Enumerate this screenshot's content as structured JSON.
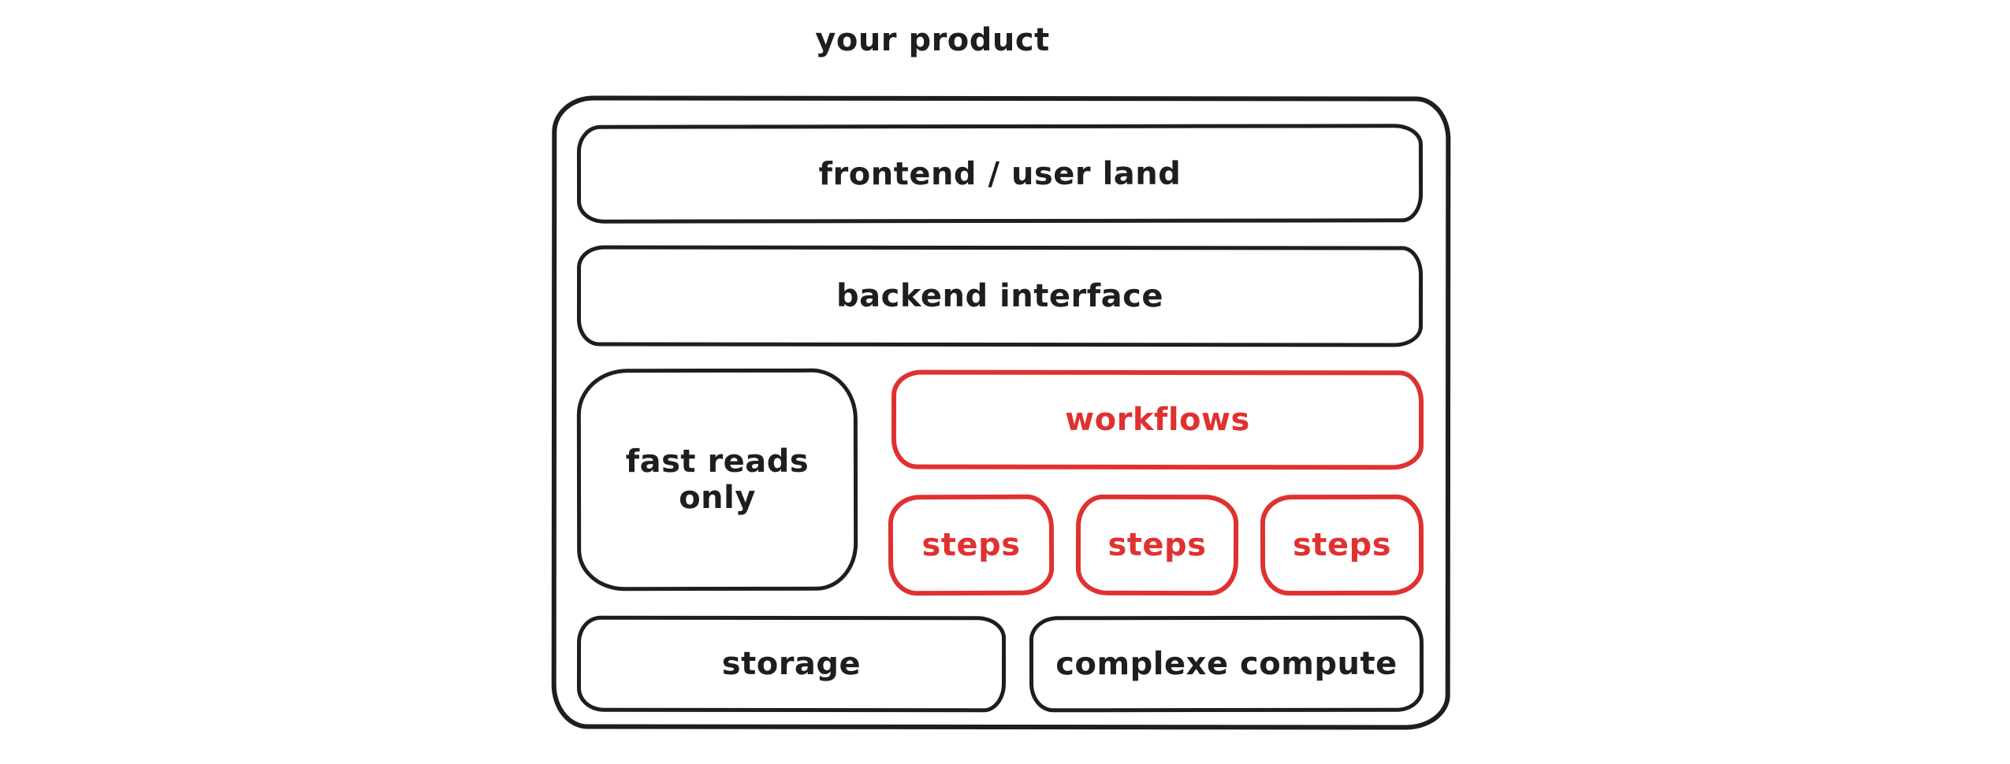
{
  "colors": {
    "ink": "#1e1e1e",
    "accent": "#e03131",
    "canvas": "#ffffff"
  },
  "title": "your product",
  "boxes": {
    "frontend": {
      "label": "frontend / user land"
    },
    "backend": {
      "label": "backend interface"
    },
    "fast_reads": {
      "label": "fast reads only"
    },
    "workflows": {
      "label": "workflows"
    },
    "steps": [
      {
        "label": "steps"
      },
      {
        "label": "steps"
      },
      {
        "label": "steps"
      }
    ],
    "storage": {
      "label": "storage"
    },
    "compute": {
      "label": "complexe compute"
    }
  }
}
